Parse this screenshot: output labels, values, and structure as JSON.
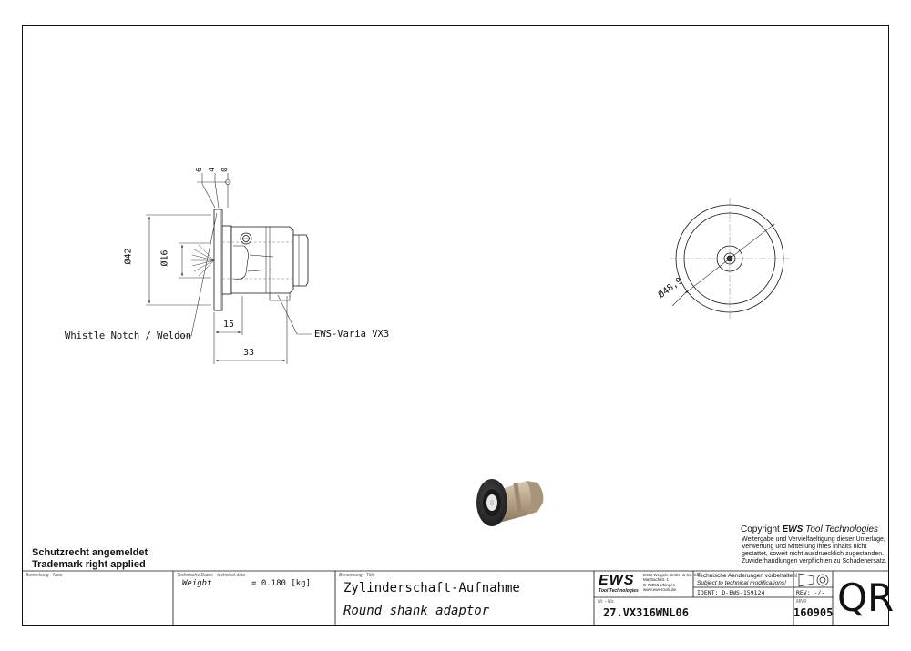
{
  "drawing": {
    "dimensions": {
      "d42": "Ø42",
      "d16": "Ø16",
      "len15": "15",
      "len33": "33",
      "d48_9": "Ø48,9",
      "flange_6": "6",
      "flange_4": "4",
      "flange_0": "0"
    },
    "callouts": {
      "whistle_notch": "Whistle Notch / Weldon",
      "varia": "EWS-Varia VX3"
    }
  },
  "copyright": {
    "prefix": "Copyright ",
    "brand": "EWS",
    "suffix": " Tool Technologies",
    "lines": [
      "Weitergabe und Vervielfaeltigung dieser Unterlage,",
      "Verwertung und Mitteilung ihres Inhalts nicht",
      "gestattet, soweit nicht ausdruecklich zugestanden.",
      "Zuwiderhandlungen verpflichten zu Schadenersatz."
    ]
  },
  "notice": {
    "line1": "Schutzrecht angemeldet",
    "line2": "Trademark right applied"
  },
  "title_block": {
    "note_label": "Bemerkung - Note",
    "tech_label": "Technische Daten - technical data",
    "weight_label": "Weight",
    "weight_value": "=  0.180 [kg]",
    "title_label": "Benennung - Title",
    "title_de": "Zylinderschaft-Aufnahme",
    "title_en": "Round shank adaptor",
    "company_logo": "EWS",
    "company_sub": "Tool Technologies",
    "company_address": [
      "EWS Weigele GmbH & Co. KG",
      "Maybachstr. 1",
      "D-73066 Uhingen",
      "www.ews-tools.de"
    ],
    "change_note_de": "Technische Aenderungen vorbehalten!",
    "change_note_en": "Subject to technical modifications!",
    "ident": "IDENT:  D-EWS-159124",
    "rev": "REV:  -/-",
    "nr_label": "Nr. - No.",
    "part_number": "27.VX316WNL06",
    "mnr_label": "MNR",
    "mnr": "160905",
    "qr": "QR"
  },
  "colors": {
    "line": "#111111",
    "dim_line": "#333333",
    "hidden_line": "#777777",
    "part_dark": "#2b2b2b",
    "part_body": "#b9a58a",
    "part_face": "#e8e8e8"
  }
}
